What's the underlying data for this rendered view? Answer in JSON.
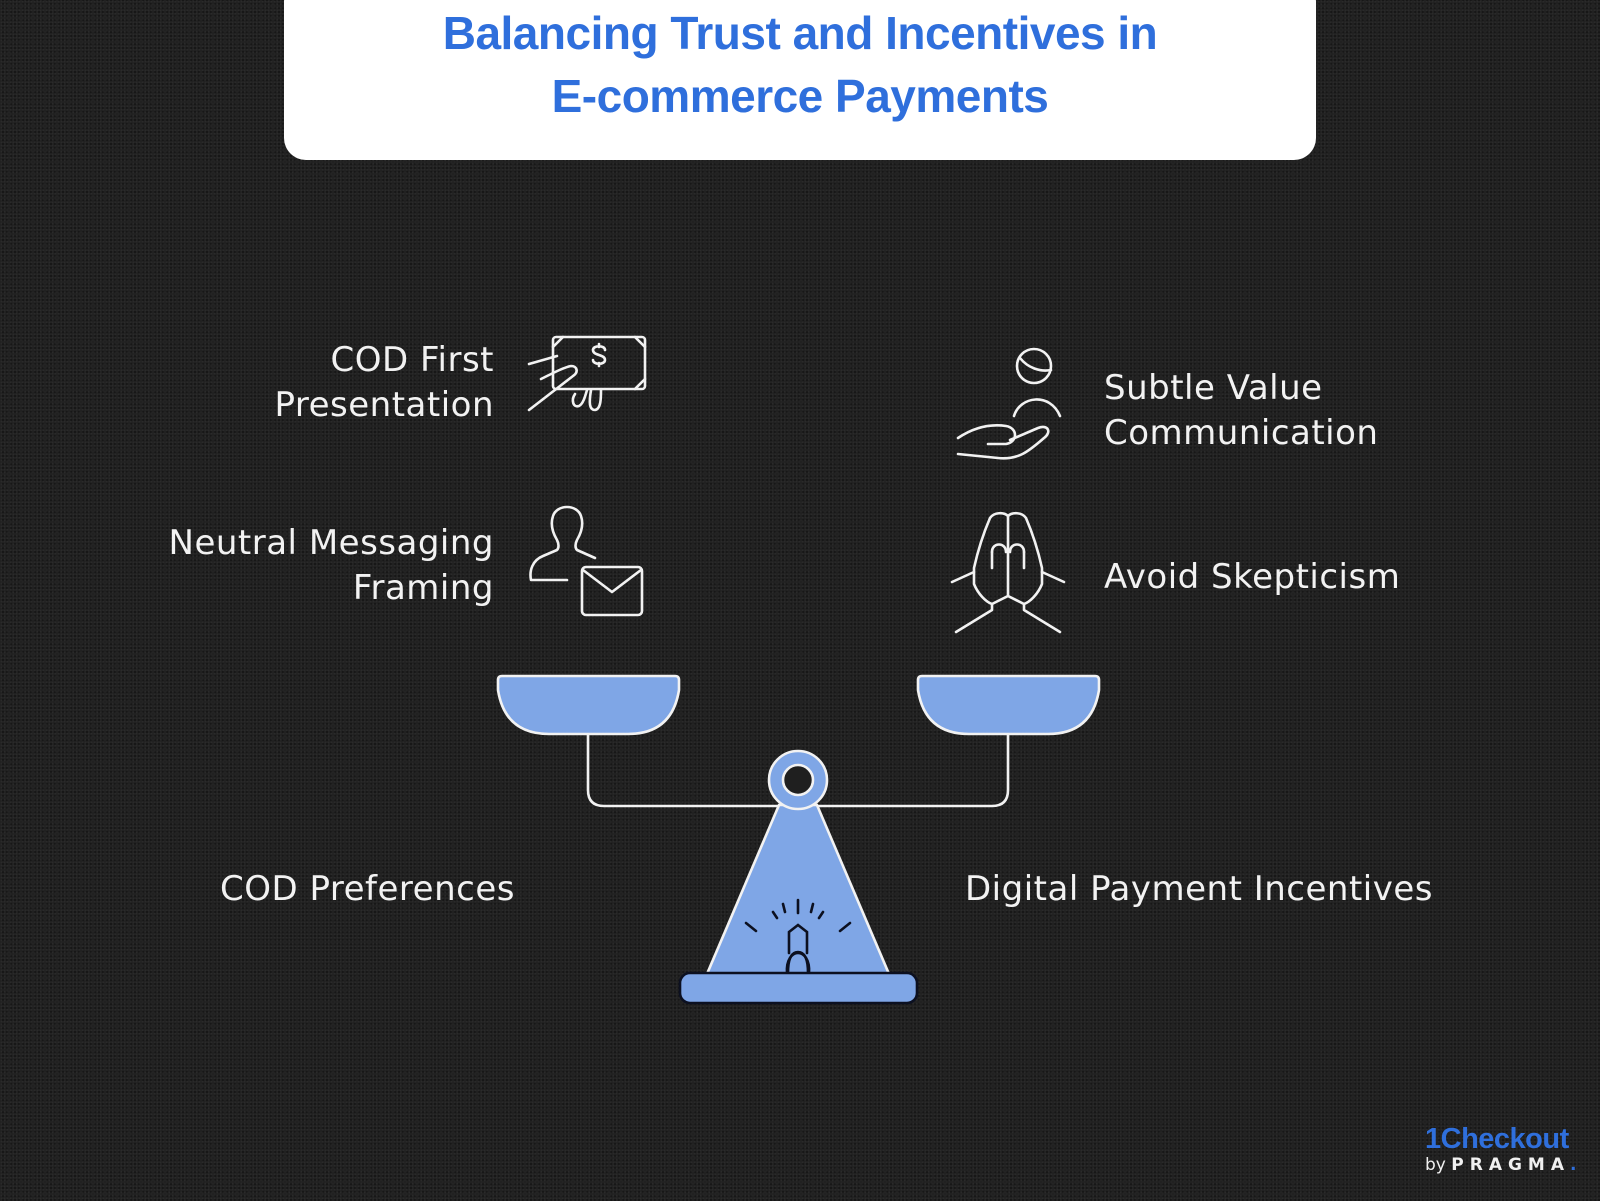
{
  "title": {
    "line1": "Balancing Trust and Incentives in",
    "line2": "E-commerce Payments"
  },
  "left_items": [
    {
      "line1": "COD First",
      "line2": "Presentation",
      "icon": "cash-handover-icon"
    },
    {
      "line1": "Neutral Messaging",
      "line2": "Framing",
      "icon": "person-mail-icon"
    }
  ],
  "right_items": [
    {
      "line1": "Subtle Value",
      "line2": "Communication",
      "icon": "hand-offering-person-icon"
    },
    {
      "line1": "Avoid Skepticism",
      "icon": "praying-hands-icon"
    }
  ],
  "scale": {
    "left_label": "COD Preferences",
    "right_label": "Digital Payment Incentives",
    "fill_color": "#7fa6e6",
    "icon": "balance-scale-icon",
    "base_icon": "alert-light-icon"
  },
  "logo": {
    "name": "1Checkout",
    "by": "by",
    "brand": "PRAGMA",
    "dot": "."
  },
  "colors": {
    "accent": "#2f6fdc",
    "background": "#1f1f1f",
    "scale_fill": "#7fa6e6",
    "text": "#f2f2f2"
  }
}
